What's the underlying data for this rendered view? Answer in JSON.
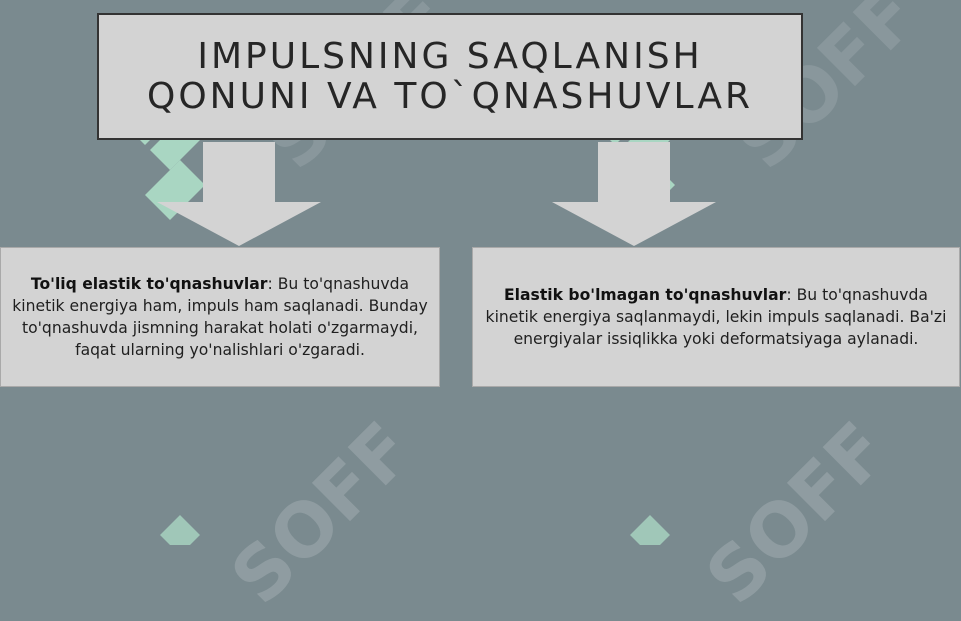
{
  "title": {
    "line1": "IMPULSNING SAQLANISH",
    "line2": "QONUNI VA TO`QNASHUVLAR"
  },
  "boxes": [
    {
      "heading": "To'liq elastik to'qnashuvlar",
      "text": ": Bu to'qnashuvda kinetik energiya ham, impuls ham saqlanadi. Bunday to'qnashuvda jismning harakat holati o'zgarmaydi, faqat ularning yo'nalishlari o'zgaradi."
    },
    {
      "heading": "Elastik bo'lmagan to'qnashuvlar",
      "text": ": Bu to'qnashuvda kinetik energiya saqlanmaydi, lekin impuls saqlanadi. Ba'zi energiyalar issiqlikka yoki deformatsiyaga aylanadi."
    }
  ],
  "watermark": {
    "text": "SOFF",
    "color": "#b9f0d3"
  },
  "colors": {
    "background": "#7a8a8f",
    "box_fill": "#d3d3d3",
    "title_border": "#333333"
  }
}
